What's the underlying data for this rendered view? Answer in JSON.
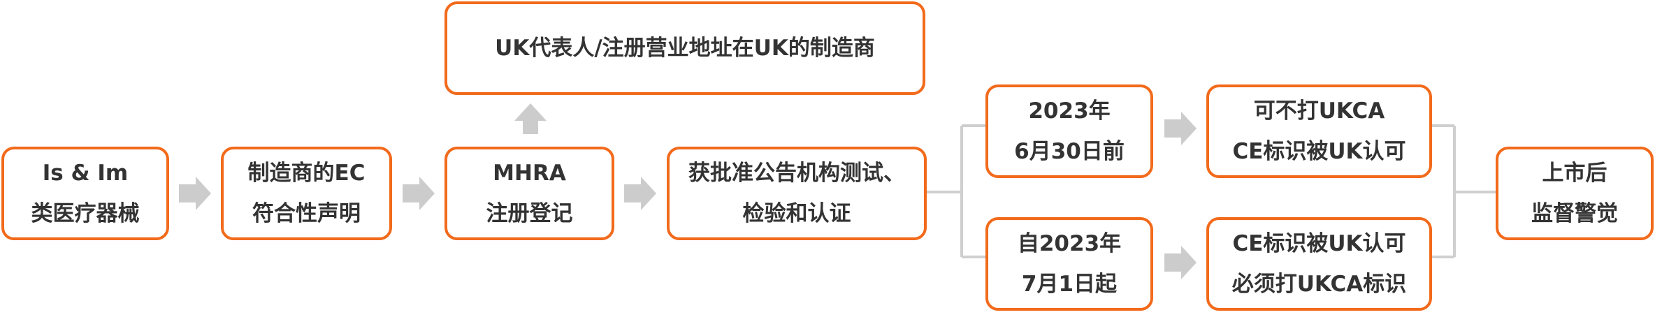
{
  "colors": {
    "box_border": "#f26a1b",
    "box_text": "#333333",
    "arrow": "#cccccc",
    "connector": "#cfcfcf"
  },
  "nodes": {
    "device_class": {
      "line1": "Is & Im",
      "line2": "类医疗器械"
    },
    "ec_declaration": {
      "line1": "制造商的EC",
      "line2": "符合性声明"
    },
    "mhra_registration": {
      "line1": "MHRA",
      "line2": "注册登记"
    },
    "uk_representative": {
      "line1": "UK代表人/注册营业地址在UK的制造商"
    },
    "notified_body": {
      "line1": "获批准公告机构测试、",
      "line2": "检验和认证"
    },
    "before_date": {
      "line1": "2023年",
      "line2": "6月30日前"
    },
    "after_date": {
      "line1": "自2023年",
      "line2": "7月1日起"
    },
    "optional_ukca": {
      "line1": "可不打UKCA",
      "line2": "CE标识被UK认可"
    },
    "mandatory_ukca": {
      "line1": "CE标识被UK认可",
      "line2": "必须打UKCA标识"
    },
    "post_market": {
      "line1": "上市后",
      "line2": "监督警觉"
    }
  }
}
